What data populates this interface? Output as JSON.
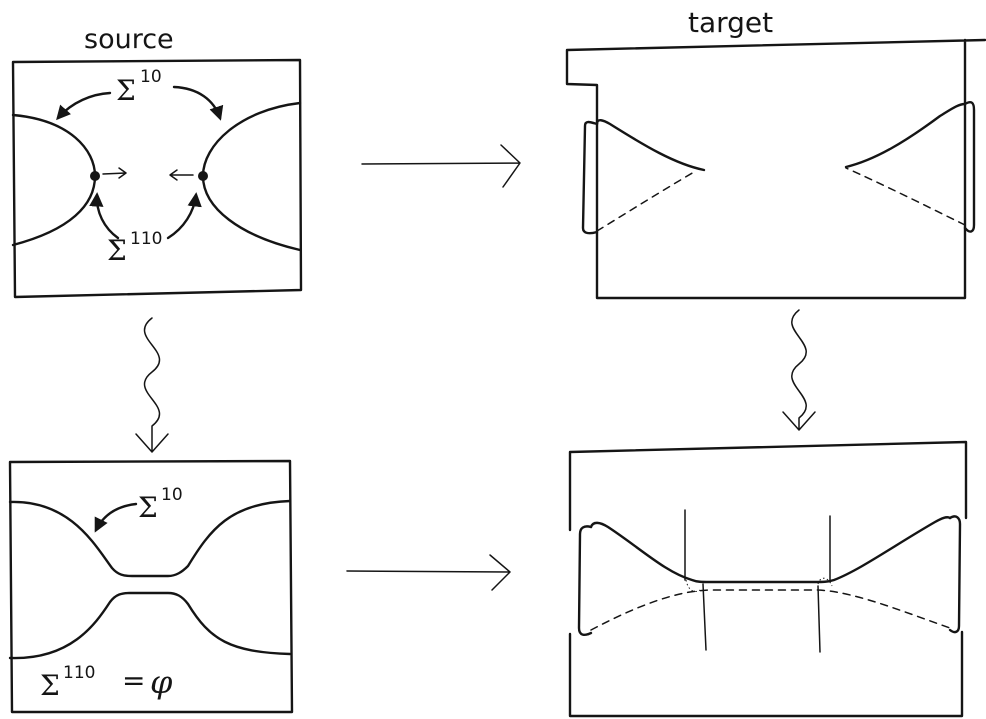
{
  "labels": {
    "source": "source",
    "target": "target"
  },
  "annotations": {
    "sigma_symbol": "Σ",
    "sup_10": "10",
    "sup_110": "110",
    "equals": "=",
    "empty_set": "φ"
  }
}
